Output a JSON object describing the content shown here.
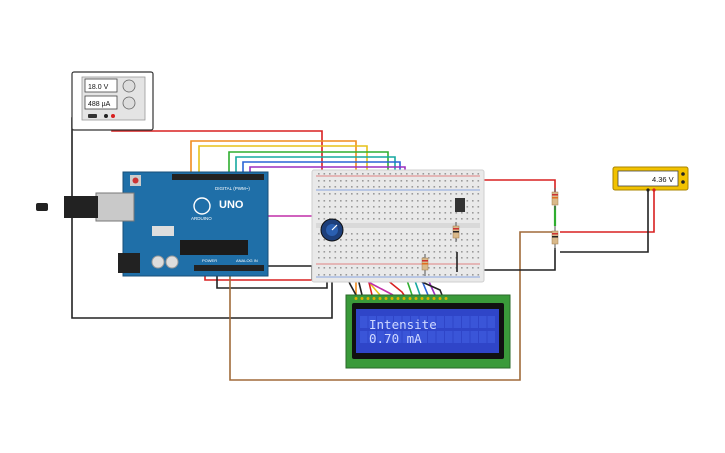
{
  "power_supply": {
    "voltage": "18.0 V",
    "current": "488 µA"
  },
  "arduino": {
    "brand": "ARDUINO",
    "model": "UNO",
    "digital_label": "DIGITAL (PWM~)",
    "power_label": "POWER",
    "analog_label": "ANALOG IN"
  },
  "voltmeter": {
    "reading": "4.36 V"
  },
  "lcd": {
    "line1": "Intensite",
    "line2": "0.70 mA"
  },
  "colors": {
    "wire_red": "#d82020",
    "wire_black": "#222222",
    "wire_orange": "#f08c1e",
    "wire_yellow": "#e6c21a",
    "wire_green": "#2fae2f",
    "wire_teal": "#17a9a0",
    "wire_blue": "#2a63d6",
    "wire_purple": "#9b2fbf",
    "wire_magenta": "#c02fa8",
    "wire_brown": "#a06a3a",
    "arduino_board": "#1f6fa8",
    "lcd_pcb": "#3a9a3a",
    "lcd_screen": "#2f45c8",
    "lcd_text": "#cfd8ff",
    "meter_body": "#f2c200",
    "breadboard": "#e9e9e9"
  }
}
